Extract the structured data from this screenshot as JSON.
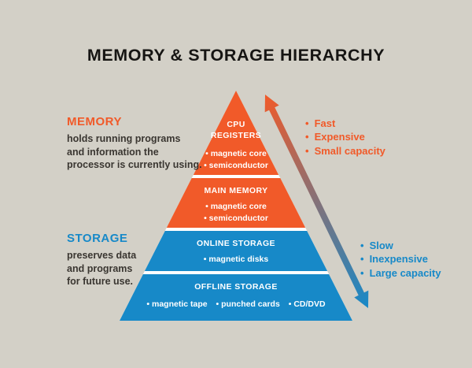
{
  "bullet": "•",
  "title": "MEMORY & STORAGE HIERARCHY",
  "colors": {
    "background": "#d3d0c7",
    "orange": "#f15a29",
    "blue": "#1789c8",
    "pyramid-text": "#ffffff",
    "title-text": "#161513",
    "body-text": "#3a3631"
  },
  "left": {
    "memory": {
      "label": "MEMORY",
      "description_lines": [
        "holds running programs",
        "and information the",
        "processor is currently using."
      ]
    },
    "storage": {
      "label": "STORAGE",
      "description_lines": [
        "preserves data",
        "and programs",
        "for future use."
      ]
    }
  },
  "right": {
    "memory_traits": [
      "Fast",
      "Expensive",
      "Small capacity"
    ],
    "storage_traits": [
      "Slow",
      "Inexpensive",
      "Large capacity"
    ]
  },
  "pyramid": {
    "levels": [
      {
        "title_lines": [
          "CPU",
          "REGISTERS"
        ],
        "items": [
          "magnetic core",
          "semiconductor"
        ]
      },
      {
        "title_lines": [
          "MAIN MEMORY"
        ],
        "items": [
          "magnetic core",
          "semiconductor"
        ]
      },
      {
        "title_lines": [
          "ONLINE STORAGE"
        ],
        "items": [
          "magnetic disks"
        ]
      },
      {
        "title_lines": [
          "OFFLINE STORAGE"
        ],
        "items": [
          "magnetic tape",
          "punched cards",
          "CD/DVD"
        ]
      }
    ]
  }
}
